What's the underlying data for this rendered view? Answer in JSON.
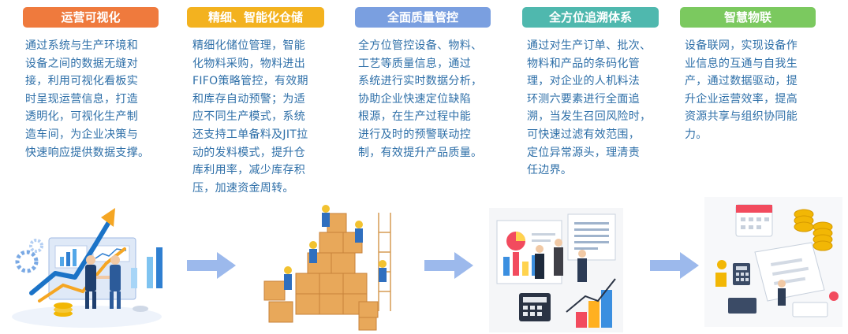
{
  "stages": [
    {
      "title": "运营可视化",
      "color": "#ef7a3d",
      "lines": [
        "通过系统与生产环境和",
        "设备之间的数据无缝对",
        "接，利用可视化看板实",
        "时呈现运营信息，打造",
        "透明化，可视化生产制",
        "造车间，为企业决策与",
        "快速响应提供数据支撑。"
      ],
      "illustration": "business-handshake-growth-chart"
    },
    {
      "title": "精细、智能化仓储",
      "color": "#f3b21f",
      "lines": [
        "精细化储位管理，智能",
        "化物料采购，物料进出",
        "FIFO策略管控，有效期",
        "和库存自动预警；为适",
        "应不同生产模式，系统",
        "还支持工单备料及JIT拉",
        "动的发料模式，提升仓",
        "库利用率，减少库存积",
        "压，加速资金周转。"
      ],
      "illustration": "workers-stacking-boxes"
    },
    {
      "title": "全面质量管控",
      "color": "#7a9fe0",
      "lines": [
        "全方位管控设备、物料、",
        "工艺等质量信息，通过",
        "系统进行实时数据分析，",
        "协助企业快速定位缺陷",
        "根源，在生产过程中能",
        "进行及时的预警联动控",
        "制，有效提升产品质量。"
      ],
      "illustration": "team-analyzing-charts"
    },
    {
      "title": "全方位追溯体系",
      "color": "#4fb8ae",
      "lines": [
        "通过对生产订单、批次、",
        "物料和产品的条码化管",
        "理，对企业的人机料法",
        "环测六要素进行全面追",
        "溯，当发生召回风险时，",
        "可快速过滤有效范围，",
        "定位异常源头，理清责",
        "任边界。"
      ],
      "illustration": "calendar-calculator-analysis"
    },
    {
      "title": "智慧物联",
      "color": "#7bc95f",
      "lines": [
        "设备联网，实现设备作",
        "业信息的互通与自我生",
        "产，通过数据驱动，提",
        "升企业运营效率，提高",
        "资源共享与组织协同能",
        "力。"
      ],
      "illustration": "tax-documents-coins"
    }
  ],
  "arrows": [
    "arrow-right-icon",
    "arrow-right-icon",
    "arrow-right-icon",
    "arrow-right-icon"
  ]
}
